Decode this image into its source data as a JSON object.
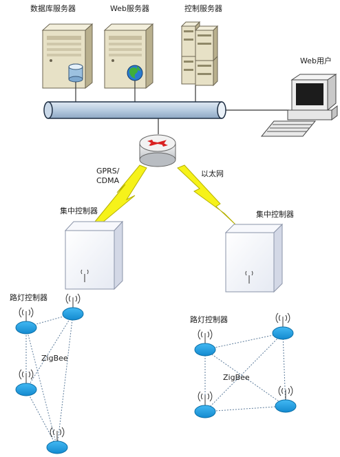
{
  "labels": {
    "db_server": "数据库服务器",
    "web_server": "Web服务器",
    "control_server": "控制服务器",
    "web_user": "Web用户",
    "gprs": "GPRS/",
    "cdma": "CDMA",
    "ethernet": "以太网",
    "concentrator_left": "集中控制器",
    "concentrator_right": "集中控制器",
    "streetlight_left": "路灯控制器",
    "streetlight_right": "路灯控制器",
    "zigbee_left": "ZigBee",
    "zigbee_right": "ZigBee"
  },
  "colors": {
    "bus": "#b8cde2",
    "bus_stroke": "#1f2f44",
    "server_body": "#e9e4cf",
    "server_side": "#c9c2a3",
    "node": "#1f9fe3",
    "node_stroke": "#0b6fa8",
    "lightning": "#f6f21a",
    "lightning_stroke": "#b5b000",
    "box_front": "#eef1f8",
    "box_side": "#d3d8e6",
    "mesh_line": "#5a7a9a"
  }
}
